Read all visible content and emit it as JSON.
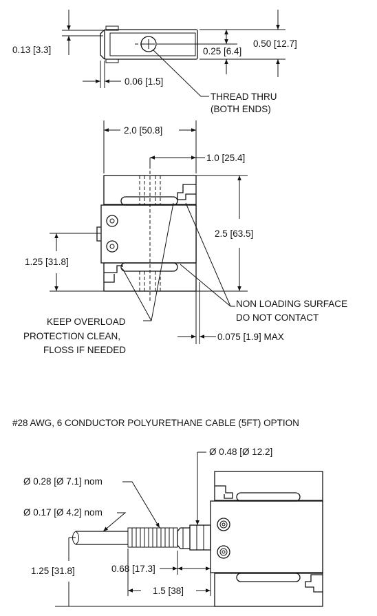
{
  "top_view": {
    "dim_height_small": "0.13 [3.3]",
    "dim_thread_center": "0.25 [6.4]",
    "dim_total_height": "0.50 [12.7]",
    "dim_offset": "0.06 [1.5]",
    "thread_note_line1": "THREAD THRU",
    "thread_note_line2": "(BOTH ENDS)"
  },
  "front_view": {
    "dim_width": "2.0 [50.8]",
    "dim_half_width": "1.0 [25.4]",
    "dim_height": "2.5 [63.5]",
    "dim_half_height": "1.25 [31.8]",
    "dim_gap_max": "0.075 [1.9] MAX",
    "note_non_loading_line1": "NON LOADING SURFACE",
    "note_non_loading_line2": "DO NOT CONTACT",
    "note_overload_line1": "KEEP OVERLOAD",
    "note_overload_line2": "PROTECTION CLEAN,",
    "note_overload_line3": "FLOSS IF NEEDED"
  },
  "cable_view": {
    "title": "#28 AWG, 6 CONDUCTOR POLYURETHANE CABLE (5FT) OPTION",
    "dim_connector_dia": "Ø 0.48 [Ø 12.2]",
    "dim_strain_relief_dia": "Ø 0.28 [Ø 7.1] nom",
    "dim_cable_dia": "Ø 0.17 [Ø 4.2] nom",
    "dim_half_height": "1.25 [31.8]",
    "dim_connector_offset": "0.68 [17.3]",
    "dim_cable_offset": "1.5 [38]"
  }
}
